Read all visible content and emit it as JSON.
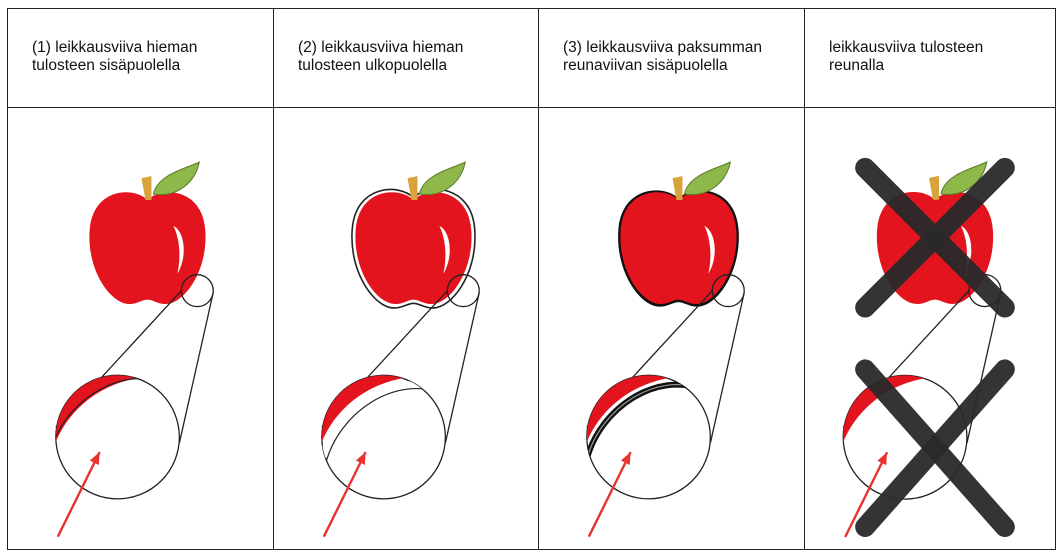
{
  "columns": [
    {
      "line1": "(1) leikkausviiva hieman",
      "line2": "tulosteen sisäpuolella",
      "variant": "inside"
    },
    {
      "line1": "(2) leikkausviiva hieman",
      "line2": "tulosteen ulkopuolella",
      "variant": "outside"
    },
    {
      "line1": "(3) leikkausviiva paksumman",
      "line2": "reunaviivan sisäpuolella",
      "variant": "border"
    },
    {
      "line1": "leikkausviiva tulosteen",
      "line2": "reunalla",
      "variant": "edge"
    }
  ],
  "colors": {
    "apple": "#e4141e",
    "leaf": "#8fb84a",
    "stem": "#d9a23a",
    "arrow": "#e8332f",
    "cross": "#2a2a2a",
    "line": "#222222"
  },
  "icons": [
    "apple-icon",
    "magnifier-circle",
    "arrow-icon",
    "cross-icon"
  ]
}
